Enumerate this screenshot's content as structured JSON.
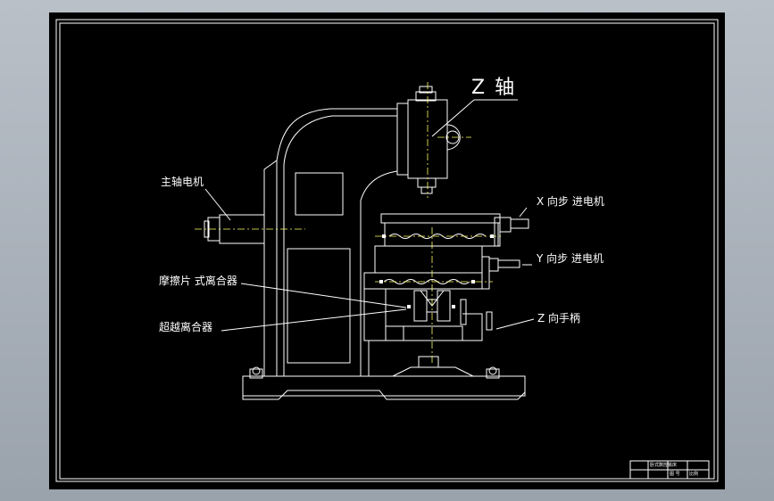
{
  "labels": {
    "z_axis": "Z 轴",
    "spindle_motor": "主轴电机",
    "x_stepper": "X 向步 进电机",
    "y_stepper": "Y 向步 进电机",
    "friction_clutch": "摩擦片 式离合器",
    "overrunning_clutch": "超越离合器",
    "z_handwheel": "Z 向手柄"
  },
  "title_block": {
    "line1": "卧式数控铣床",
    "line2": "图 号",
    "line3": "比例"
  },
  "colors": {
    "sheet": "#000000",
    "lines": "#ffffff",
    "centerlines": "#ffff66",
    "viewport": "#a8afb8"
  }
}
